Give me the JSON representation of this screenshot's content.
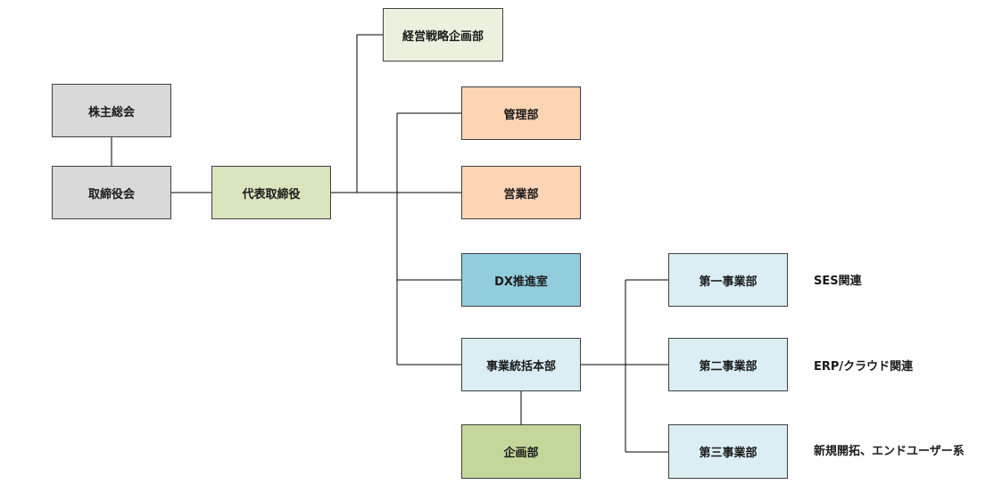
{
  "org_chart": {
    "nodes": {
      "shareholders_meeting": "株主総会",
      "board_of_directors": "取締役会",
      "representative_director": "代表取締役",
      "corporate_strategy_dept": "経営戦略企画部",
      "administration_dept": "管理部",
      "sales_dept": "営業部",
      "dx_office": "DX推進室",
      "business_headquarters": "事業統括本部",
      "planning_dept": "企画部",
      "business_dept_1": "第一事業部",
      "business_dept_2": "第二事業部",
      "business_dept_3": "第三事業部"
    },
    "notes": {
      "business_dept_1": "SES関連",
      "business_dept_2": "ERP/クラウド関連",
      "business_dept_3": "新規開拓、エンドユーザー系"
    },
    "colors": {
      "line": "#000000",
      "border": "#404040",
      "gray": "#d9d9d9",
      "green": "#d8e4bc",
      "cream": "#ebf1de",
      "peach": "#fcd5b4",
      "blue": "#92cddc",
      "light_blue": "#daeef3",
      "olive": "#c4d79b"
    }
  }
}
